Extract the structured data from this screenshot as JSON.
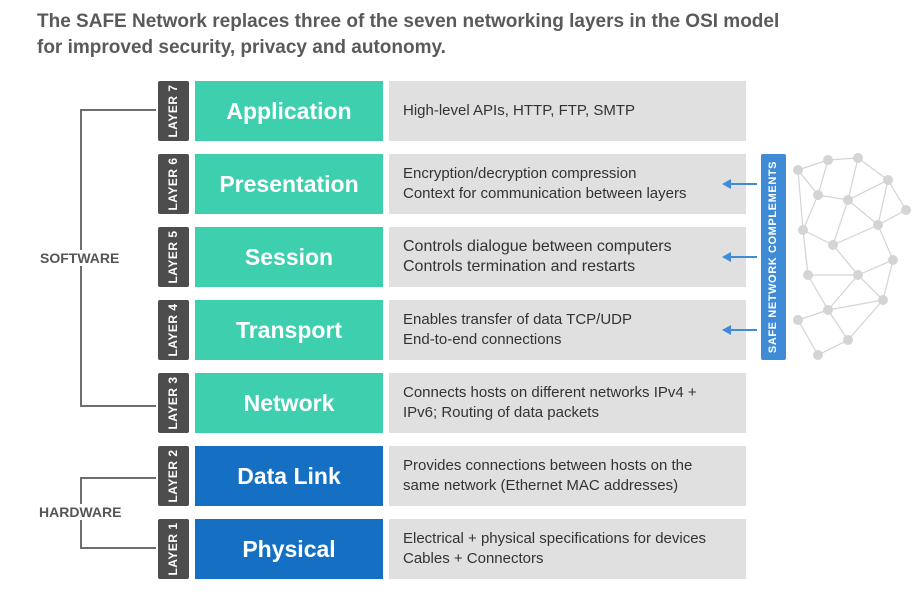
{
  "title": {
    "line1": "The SAFE Network replaces three of the seven networking layers in the OSI model",
    "line2": "for improved security, privacy and autonomy."
  },
  "groups": {
    "software": "SOFTWARE",
    "hardware": "HARDWARE"
  },
  "safe_label": "SAFE NETWORK COMPLEMENTS",
  "colors": {
    "software_layer": "#3ecfae",
    "hardware_layer": "#1570c4",
    "tab": "#4d4d4d",
    "description_bg": "#e0e0e0",
    "safe_accent": "#3f8bd6"
  },
  "layers": [
    {
      "tab": "LAYER 7",
      "name": "Application",
      "desc": [
        "High-level APIs, HTTP, FTP, SMTP"
      ]
    },
    {
      "tab": "LAYER 6",
      "name": "Presentation",
      "desc": [
        "Encryption/decryption compression",
        "Context for communication between layers"
      ]
    },
    {
      "tab": "LAYER 5",
      "name": "Session",
      "desc": [
        "Controls dialogue between computers",
        "Controls termination and restarts"
      ]
    },
    {
      "tab": "LAYER 4",
      "name": "Transport",
      "desc": [
        "Enables transfer of data TCP/UDP",
        "End-to-end connections"
      ]
    },
    {
      "tab": "LAYER 3",
      "name": "Network",
      "desc": [
        "Connects hosts on different networks IPv4 +",
        "IPv6; Routing of data packets"
      ]
    },
    {
      "tab": "LAYER 2",
      "name": "Data Link",
      "desc": [
        "Provides connections between hosts on the",
        "same network (Ethernet MAC addresses)"
      ]
    },
    {
      "tab": "LAYER 1",
      "name": "Physical",
      "desc": [
        "Electrical + physical specifications for devices",
        "Cables + Connectors"
      ]
    }
  ]
}
